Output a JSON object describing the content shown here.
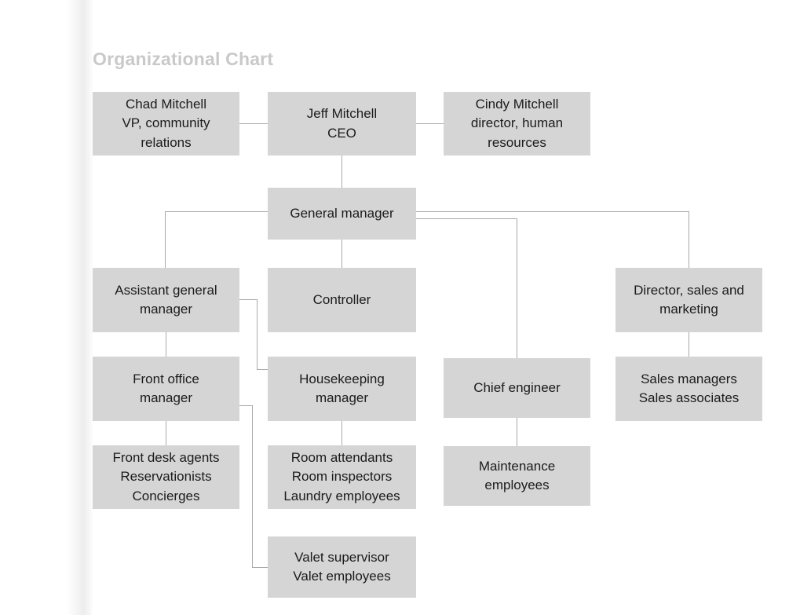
{
  "page": {
    "title": "Organizational Chart",
    "background_color": "#ffffff",
    "title_color": "#c9c9c9",
    "node_fill_color": "#d5d5d5",
    "node_text_color": "#1b1b1b",
    "connector_color": "#a9a9a9"
  },
  "chart_data": {
    "type": "diagram",
    "diagram_type": "organizational-chart",
    "title": "Organizational Chart",
    "nodes": [
      {
        "id": "chad-mitchell",
        "label": "Chad Mitchell\nVP, community\nrelations"
      },
      {
        "id": "jeff-mitchell",
        "label": "Jeff Mitchell\nCEO"
      },
      {
        "id": "cindy-mitchell",
        "label": "Cindy Mitchell\ndirector, human\nresources"
      },
      {
        "id": "general-manager",
        "label": "General manager"
      },
      {
        "id": "assistant-general-manager",
        "label": "Assistant general\nmanager"
      },
      {
        "id": "controller",
        "label": "Controller"
      },
      {
        "id": "director-sales-marketing",
        "label": "Director, sales and\nmarketing"
      },
      {
        "id": "front-office-manager",
        "label": "Front office\nmanager"
      },
      {
        "id": "housekeeping-manager",
        "label": "Housekeeping\nmanager"
      },
      {
        "id": "chief-engineer",
        "label": "Chief engineer"
      },
      {
        "id": "sales-staff",
        "label": "Sales managers\nSales associates"
      },
      {
        "id": "front-desk-staff",
        "label": "Front desk agents\nReservationists\nConcierges"
      },
      {
        "id": "housekeeping-staff",
        "label": "Room attendants\nRoom inspectors\nLaundry employees"
      },
      {
        "id": "maintenance-staff",
        "label": "Maintenance\nemployees"
      },
      {
        "id": "valet-staff",
        "label": "Valet supervisor\nValet employees"
      }
    ],
    "edges": [
      {
        "from": "jeff-mitchell",
        "to": "chad-mitchell"
      },
      {
        "from": "jeff-mitchell",
        "to": "cindy-mitchell"
      },
      {
        "from": "jeff-mitchell",
        "to": "general-manager"
      },
      {
        "from": "general-manager",
        "to": "assistant-general-manager"
      },
      {
        "from": "general-manager",
        "to": "controller"
      },
      {
        "from": "general-manager",
        "to": "chief-engineer"
      },
      {
        "from": "general-manager",
        "to": "director-sales-marketing"
      },
      {
        "from": "assistant-general-manager",
        "to": "front-office-manager"
      },
      {
        "from": "assistant-general-manager",
        "to": "housekeeping-manager"
      },
      {
        "from": "front-office-manager",
        "to": "front-desk-staff"
      },
      {
        "from": "front-office-manager",
        "to": "valet-staff"
      },
      {
        "from": "housekeeping-manager",
        "to": "housekeeping-staff"
      },
      {
        "from": "chief-engineer",
        "to": "maintenance-staff"
      },
      {
        "from": "director-sales-marketing",
        "to": "sales-staff"
      }
    ]
  },
  "nodes": {
    "chad_mitchell": "Chad Mitchell\nVP, community\nrelations",
    "jeff_mitchell": "Jeff Mitchell\nCEO",
    "cindy_mitchell": "Cindy Mitchell\ndirector, human\nresources",
    "general_manager": "General manager",
    "assistant_general_manager": "Assistant general\nmanager",
    "controller": "Controller",
    "director_sales_marketing": "Director, sales and\nmarketing",
    "front_office_manager": "Front office\nmanager",
    "housekeeping_manager": "Housekeeping\nmanager",
    "chief_engineer": "Chief engineer",
    "sales_staff": "Sales managers\nSales associates",
    "front_desk_staff": "Front desk agents\nReservationists\nConcierges",
    "housekeeping_staff": "Room attendants\nRoom inspectors\nLaundry employees",
    "maintenance_staff": "Maintenance\nemployees",
    "valet_staff": "Valet supervisor\nValet employees"
  }
}
